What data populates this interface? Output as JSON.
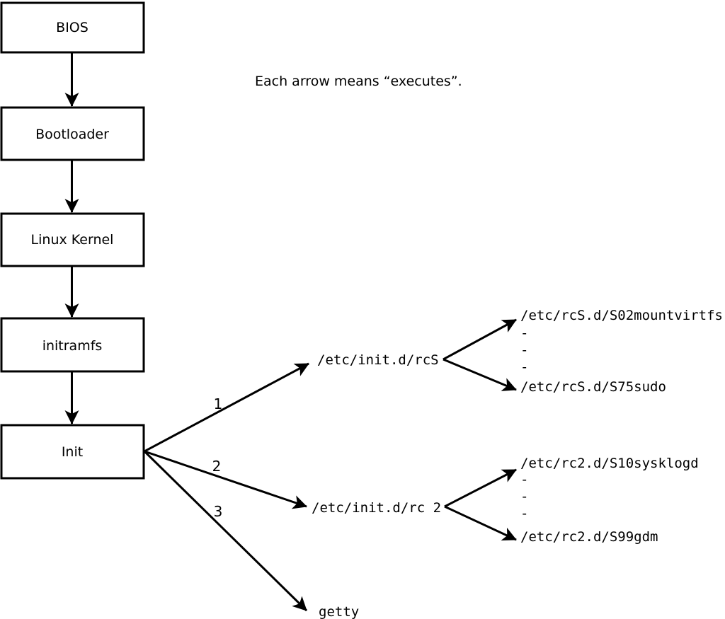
{
  "note": {
    "text": "Each arrow means “executes”."
  },
  "flow": {
    "boxes": [
      {
        "label": "BIOS"
      },
      {
        "label": "Bootloader"
      },
      {
        "label": "Linux Kernel"
      },
      {
        "label": "initramfs"
      },
      {
        "label": "Init"
      }
    ]
  },
  "branches": [
    {
      "label": "1",
      "target": "/etc/init.d/rcS"
    },
    {
      "label": "2",
      "target": "/etc/init.d/rc 2"
    },
    {
      "label": "3",
      "target": "getty"
    }
  ],
  "rcS_scripts": {
    "first": "/etc/rcS.d/S02mountvirtfs",
    "ellipsis1": "-",
    "ellipsis2": "-",
    "ellipsis3": "-",
    "last": "/etc/rcS.d/S75sudo"
  },
  "rc2_scripts": {
    "first": "/etc/rc2.d/S10sysklogd",
    "ellipsis1": "-",
    "ellipsis2": "-",
    "ellipsis3": "-",
    "last": "/etc/rc2.d/S99gdm"
  },
  "colors": {
    "ink": "#000000",
    "background": "#ffffff"
  }
}
